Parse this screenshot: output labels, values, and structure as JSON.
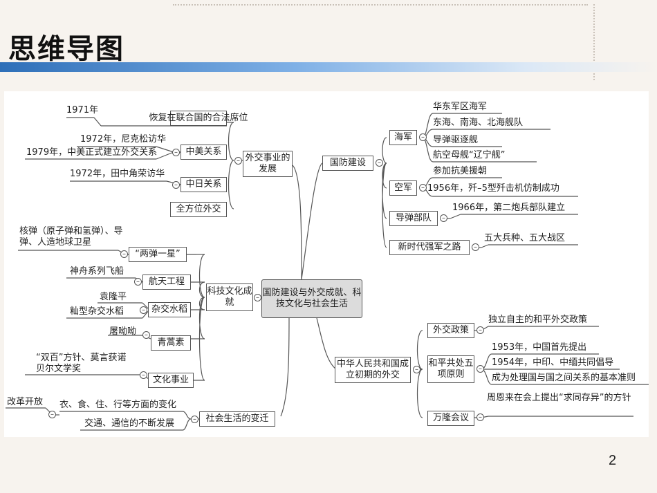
{
  "slide": {
    "title": "思维导图",
    "page_number": "2"
  },
  "center": "国防建设与外交成就、科技文化与社会生活",
  "diplomacy": {
    "label": "外交事业的发展",
    "un": {
      "label": "恢复在联合国的合法席位",
      "year": "1971年"
    },
    "us": {
      "label": "中美关系",
      "items": [
        "1972年，尼克松访华",
        "1979年，中美正式建立外交关系"
      ]
    },
    "japan": {
      "label": "中日关系",
      "items": [
        "1972年，田中角荣访华"
      ]
    },
    "all": {
      "label": "全方位外交"
    }
  },
  "defense": {
    "label": "国防建设",
    "navy": {
      "label": "海军",
      "items": [
        "华东军区海军",
        "东海、南海、北海舰队",
        "导弹驱逐舰",
        "航空母舰“辽宁舰”"
      ]
    },
    "air": {
      "label": "空军",
      "items": [
        "参加抗美援朝",
        "1956年，歼–5型歼击机仿制成功"
      ]
    },
    "missile": {
      "label": "导弹部队",
      "items": [
        "1966年，第二炮兵部队建立"
      ]
    },
    "newera": {
      "label": "新时代强军之路",
      "items": [
        "五大兵种、五大战区"
      ]
    }
  },
  "science": {
    "label": "科技文化成就",
    "bomb": {
      "label": "“两弹一星”",
      "detail": "核弹（原子弹和氢弹）、导弹、人造地球卫星"
    },
    "space": {
      "label": "航天工程",
      "detail": "神舟系列飞船"
    },
    "rice": {
      "label": "杂交水稻",
      "items": [
        "袁隆平",
        "籼型杂交水稻"
      ]
    },
    "qinghao": {
      "label": "青蒿素",
      "detail": "屠呦呦"
    },
    "culture": {
      "label": "文化事业",
      "detail": "“双百”方针、莫言获诺贝尔文学奖"
    }
  },
  "society": {
    "label": "社会生活的变迁",
    "reform": "改革开放",
    "items": [
      "衣、食、住、行等方面的变化",
      "交通、通信的不断发展"
    ]
  },
  "early": {
    "label": "中华人民共和国成立初期的外交",
    "policy": {
      "label": "外交政策",
      "detail": "独立自主的和平外交政策"
    },
    "five": {
      "label": "和平共处五项原则",
      "items": [
        "1953年，中国首先提出",
        "1954年，中印、中缅共同倡导",
        "成为处理国与国之间关系的基本准则"
      ]
    },
    "bandung": {
      "label": "万隆会议",
      "detail": "周恩来在会上提出“求同存异”的方针"
    }
  }
}
